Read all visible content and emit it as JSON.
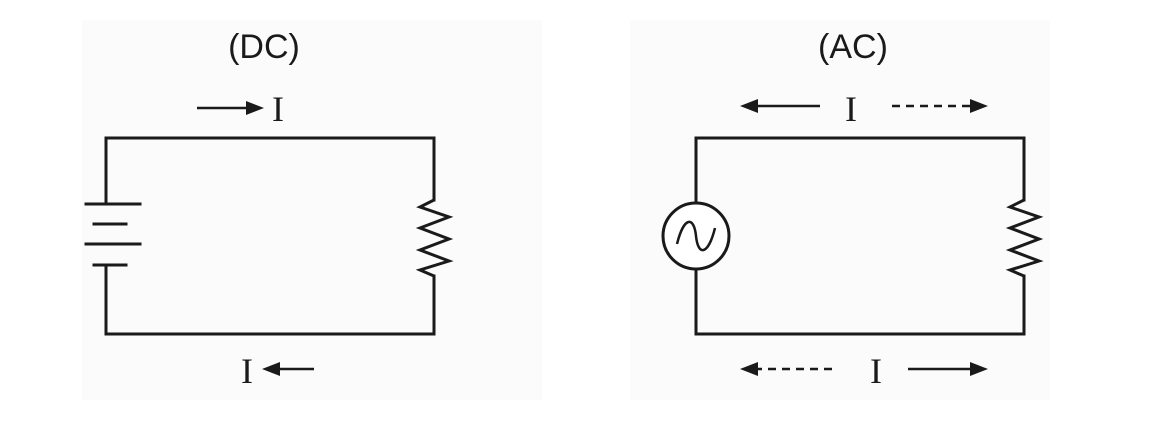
{
  "dc": {
    "title": "(DC)",
    "current_top": "I",
    "current_bottom": "I"
  },
  "ac": {
    "title": "(AC)",
    "current_top": "I",
    "current_bottom": "I"
  }
}
